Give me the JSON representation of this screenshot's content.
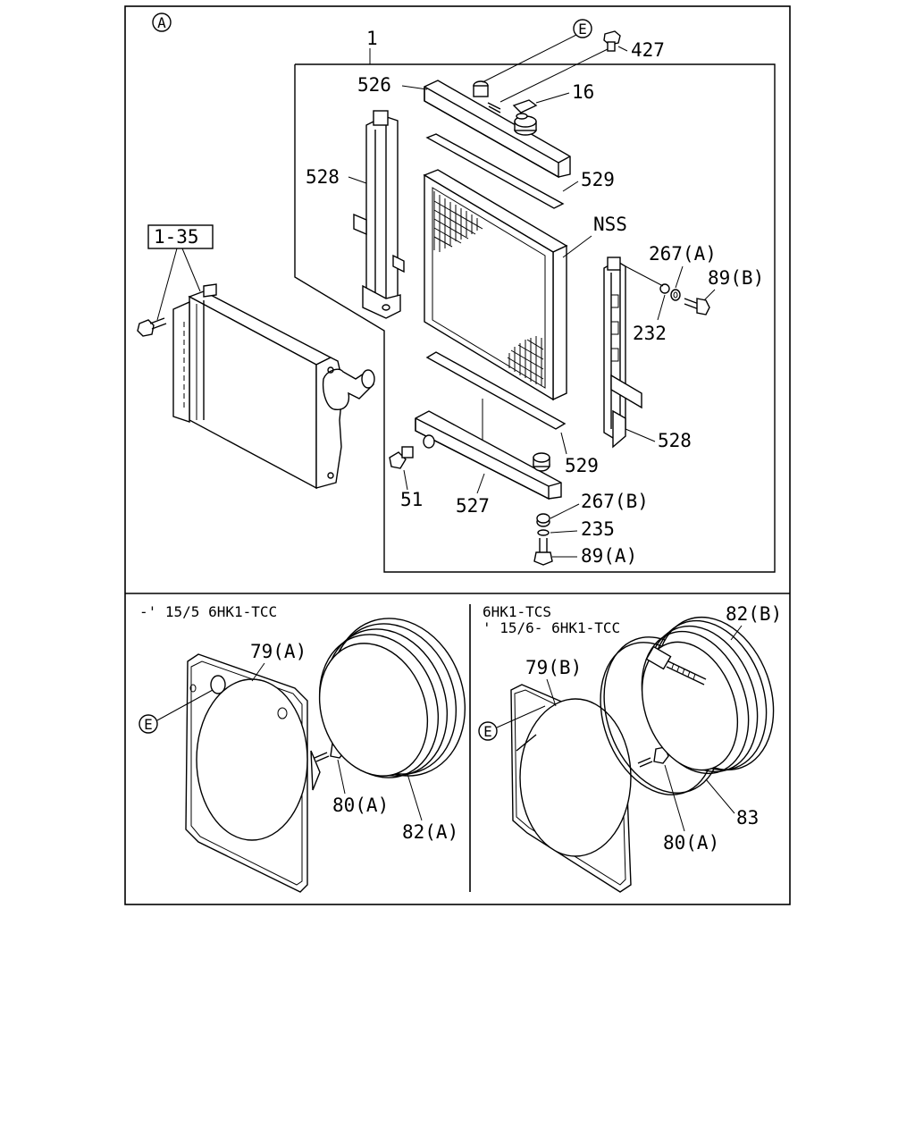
{
  "diagram": {
    "section_marker": "A",
    "callout_letter": "E",
    "labels": {
      "p1": "1",
      "p427": "427",
      "p526": "526",
      "p16": "16",
      "p528_left": "528",
      "p529_top": "529",
      "pNSS": "NSS",
      "p1_35": "1-35",
      "p267A": "267(A)",
      "p89B": "89(B)",
      "p232": "232",
      "p528_right": "528",
      "p529_bottom": "529",
      "p51": "51",
      "p527": "527",
      "p267B": "267(B)",
      "p235": "235",
      "p89A": "89(A)",
      "p79A": "79(A)",
      "p80A_left": "80(A)",
      "p82A": "82(A)",
      "p82B": "82(B)",
      "p79B": "79(B)",
      "p80A_right": "80(A)",
      "p83": "83"
    },
    "variants": {
      "left_line1": "-' 15/5 6HK1-TCC",
      "right_line1": "6HK1-TCS",
      "right_line2": "' 15/6- 6HK1-TCC"
    }
  }
}
